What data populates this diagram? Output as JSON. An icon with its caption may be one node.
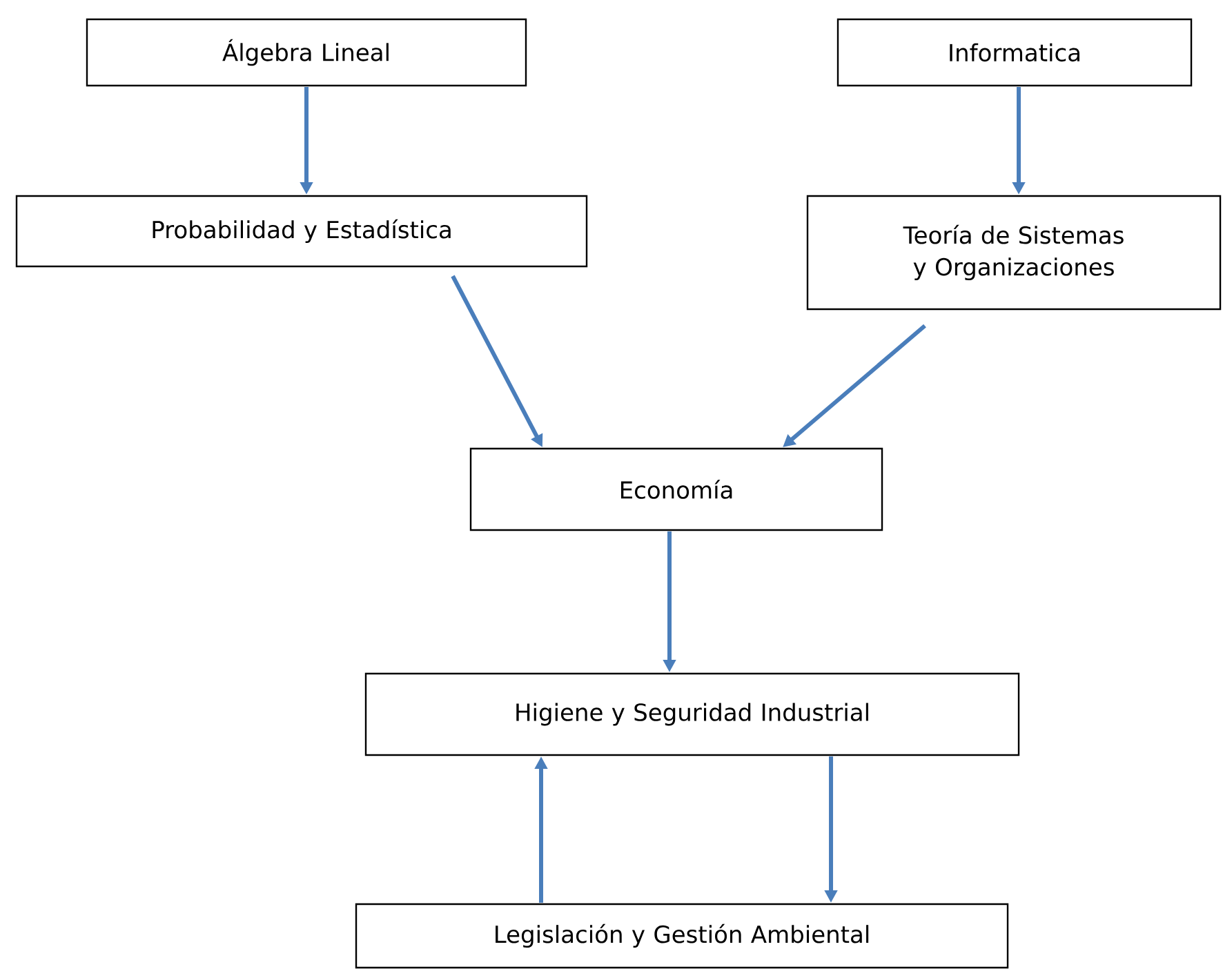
{
  "diagram": {
    "nodes": [
      {
        "text": [
          "Álgebra Lineal"
        ]
      },
      {
        "text": [
          "Informatica"
        ]
      },
      {
        "text": [
          "Probabilidad y Estadística"
        ]
      },
      {
        "text": [
          "Teoría de Sistemas y Organizaciones"
        ]
      },
      {
        "text": [
          "Economía"
        ]
      },
      {
        "text": [
          "Higiene y Seguridad Industrial"
        ]
      },
      {
        "text": [
          "Legislación y Gestión Ambiental"
        ]
      }
    ],
    "edges": [
      {
        "from": 0,
        "to": 2,
        "arrow": "to"
      },
      {
        "from": 1,
        "to": 3,
        "arrow": "to"
      },
      {
        "from": 2,
        "to": 4,
        "arrow": "to"
      },
      {
        "from": 3,
        "to": 4,
        "arrow": "to"
      },
      {
        "from": 4,
        "to": 5,
        "arrow": "to"
      },
      {
        "from": 6,
        "to": 5,
        "arrow": "to"
      },
      {
        "from": 5,
        "to": 6,
        "arrow": "to"
      }
    ]
  }
}
